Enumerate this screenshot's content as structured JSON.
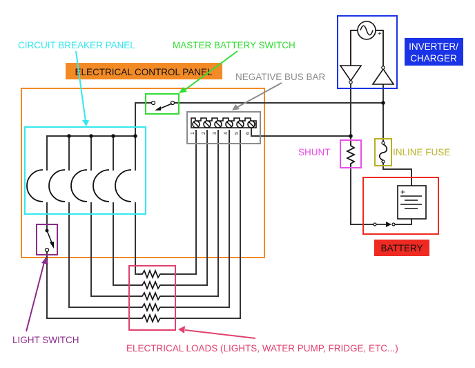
{
  "diagram": {
    "title": "Boat / RV 12V DC electrical system wiring diagram",
    "labels": {
      "circuit_breaker_panel": "CIRCUIT BREAKER PANEL",
      "master_battery_switch": "MASTER BATTERY SWITCH",
      "electrical_control_panel": "ELECTRICAL CONTROL PANEL",
      "negative_bus_bar": "NEGATIVE BUS BAR",
      "inverter_charger_line1": "INVERTER/",
      "inverter_charger_line2": "CHARGER",
      "shunt": "SHUNT",
      "inline_fuse": "INLINE FUSE",
      "battery": "BATTERY",
      "light_switch": "LIGHT SWITCH",
      "electrical_loads": "ELECTRICAL LOADS (LIGHTS, WATER PUMP, FRIDGE, ETC...)"
    },
    "bus_bar_terminals": [
      "1",
      "2",
      "3",
      "4",
      "5",
      "6"
    ],
    "breaker_count": 5,
    "load_count": 5,
    "battery_polarity_mark": "+",
    "inverter_polarity_mark": "+",
    "colors": {
      "circuit_breaker_panel": "#33e8f0",
      "master_battery_switch": "#33dd33",
      "electrical_control_panel": "#f28a26",
      "negative_bus_bar": "#8c8c8c",
      "inverter_charger": "#1a33e6",
      "shunt": "#e84ee8",
      "inline_fuse": "#b8b027",
      "battery": "#ee2a22",
      "light_switch": "#8a2c8c",
      "electrical_loads": "#e0406e",
      "wire": "#333333"
    }
  }
}
